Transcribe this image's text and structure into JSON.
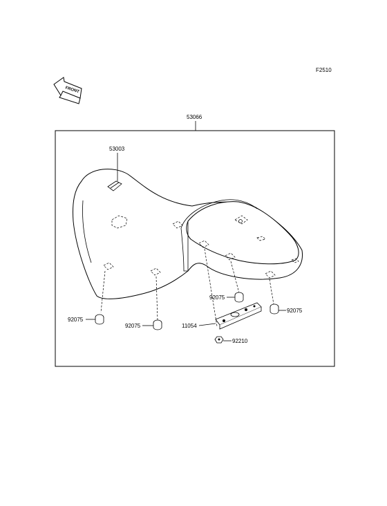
{
  "figure": {
    "code": "F2510",
    "front_label": "FRONT"
  },
  "parts": {
    "assembly": "53066",
    "cover": "53003",
    "damper_left": "92075",
    "damper_mid": "92075",
    "damper_right_inner": "92075",
    "damper_right_outer": "92075",
    "bracket": "11054",
    "nut": "92210"
  }
}
